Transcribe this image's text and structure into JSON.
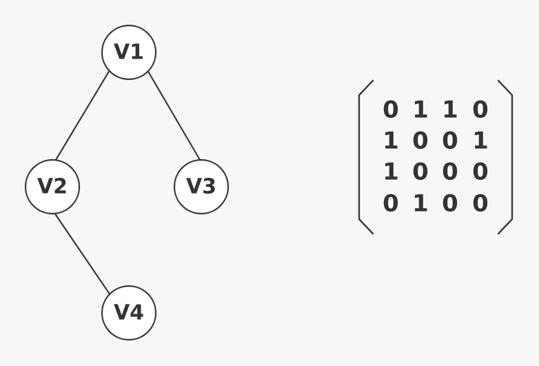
{
  "graph": {
    "nodes": [
      {
        "id": "v1",
        "label": "V1"
      },
      {
        "id": "v2",
        "label": "V2"
      },
      {
        "id": "v3",
        "label": "V3"
      },
      {
        "id": "v4",
        "label": "V4"
      }
    ],
    "edges": [
      {
        "from": "v1",
        "to": "v2"
      },
      {
        "from": "v1",
        "to": "v3"
      },
      {
        "from": "v2",
        "to": "v4"
      }
    ]
  },
  "matrix": {
    "rows": [
      [
        "0",
        "1",
        "1",
        "0"
      ],
      [
        "1",
        "0",
        "0",
        "1"
      ],
      [
        "1",
        "0",
        "0",
        "0"
      ],
      [
        "0",
        "1",
        "0",
        "0"
      ]
    ]
  }
}
